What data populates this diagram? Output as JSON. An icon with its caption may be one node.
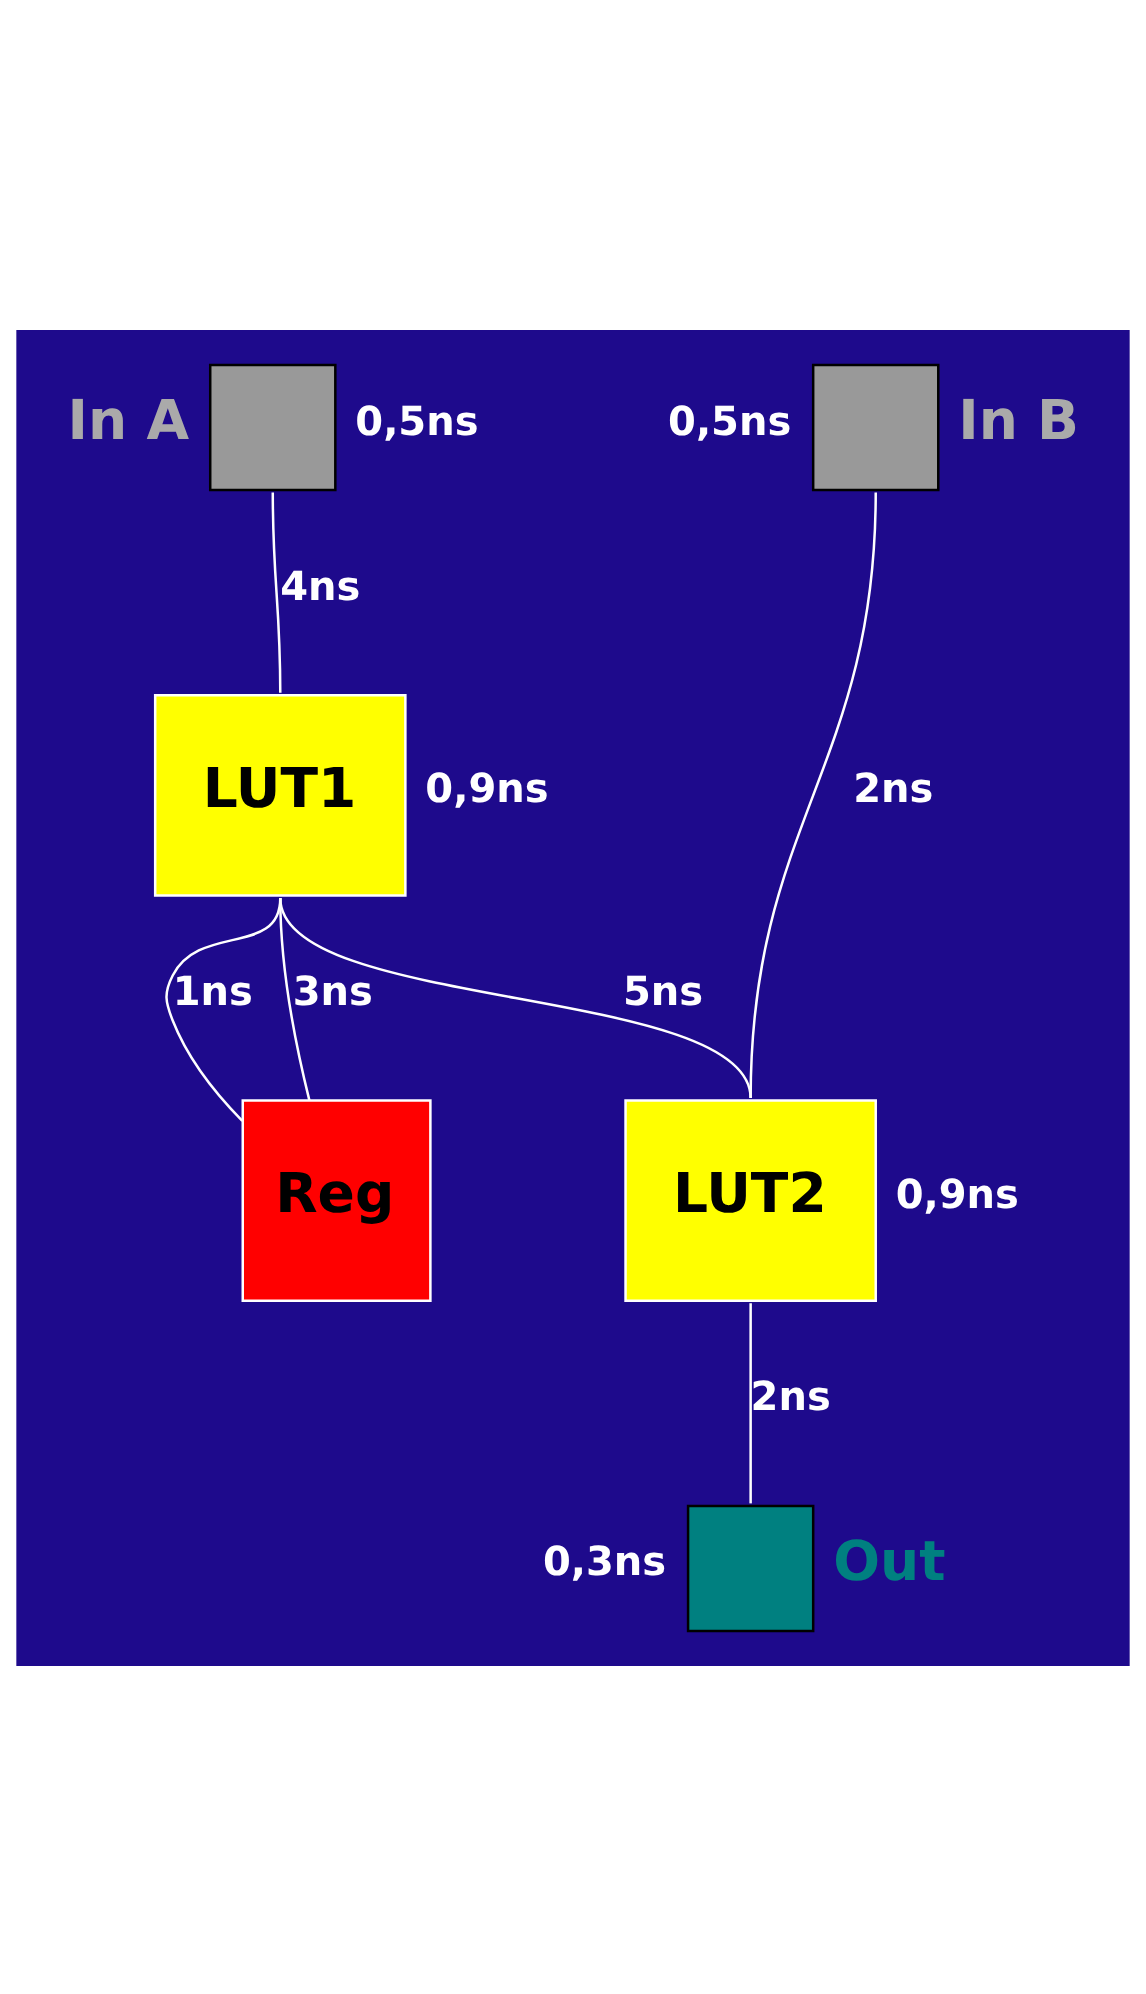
{
  "diagram": {
    "nodes": [
      {
        "text": [
          "In A"
        ],
        "beside": [
          "0,5ns"
        ]
      },
      {
        "text": [
          "In B"
        ],
        "beside": [
          "0,5ns"
        ]
      },
      {
        "text": [
          "LUT1"
        ],
        "beside": [
          "0,9ns"
        ]
      },
      {
        "text": [
          "LUT2"
        ],
        "beside": [
          "0,9ns"
        ]
      },
      {
        "text": [
          "Reg"
        ]
      },
      {
        "text": [
          "Out"
        ],
        "beside": [
          "0,3ns"
        ]
      }
    ],
    "edges": [
      {
        "from": 0,
        "to": 2,
        "arrow": "none",
        "label": "4ns"
      },
      {
        "from": 1,
        "to": 3,
        "arrow": "none",
        "label": "2ns"
      },
      {
        "from": 2,
        "to": 3,
        "arrow": "none",
        "label": "5ns"
      },
      {
        "from": 2,
        "to": 4,
        "arrow": "none",
        "label": "1ns"
      },
      {
        "from": 4,
        "to": 2,
        "arrow": "none",
        "label": "3ns"
      },
      {
        "from": 3,
        "to": 5,
        "arrow": "none",
        "label": "2ns"
      }
    ]
  }
}
